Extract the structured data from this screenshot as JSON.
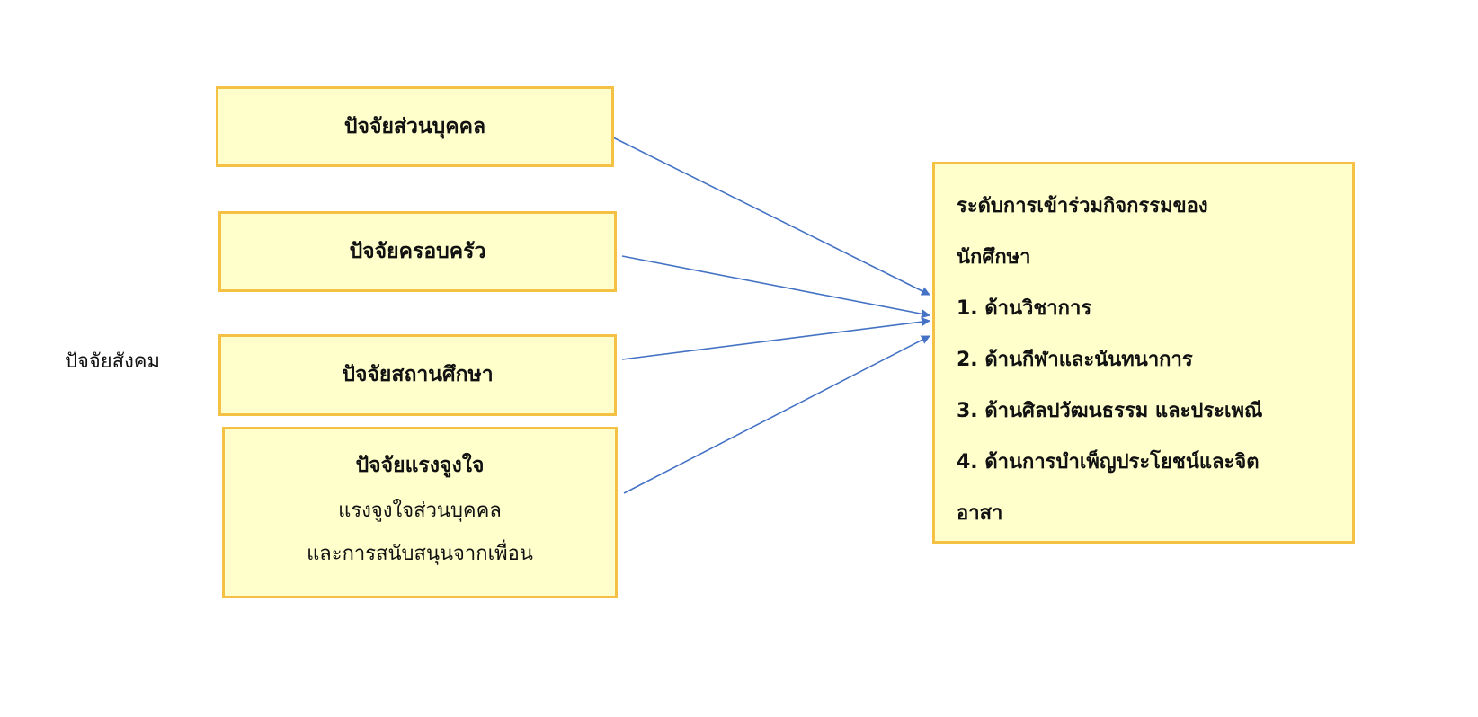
{
  "side_label": "ปัจจัยสังคม",
  "factors": [
    {
      "title": "ปัจจัยส่วนบุคคล"
    },
    {
      "title": "ปัจจัยครอบครัว"
    },
    {
      "title": "ปัจจัยสถานศึกษา"
    },
    {
      "title": "ปัจจัยแรงจูงใจ",
      "lines": [
        "แรงจูงใจส่วนบุคคล",
        "และการสนับสนุนจากเพื่อน"
      ]
    }
  ],
  "outcome": {
    "lines": [
      "ระดับการเข้าร่วมกิจกรรมของ",
      "นักศึกษา",
      "1. ด้านวิชาการ",
      "2. ด้านกีฬาและนันทนาการ",
      "3. ด้านศิลปวัฒนธรรม และประเพณี",
      "4. ด้านการบำเพ็ญประโยชน์และจิต",
      "อาสา"
    ]
  },
  "colors": {
    "box_fill": "#ffffcc",
    "box_border": "#f4c144",
    "arrow": "#4472c4"
  }
}
